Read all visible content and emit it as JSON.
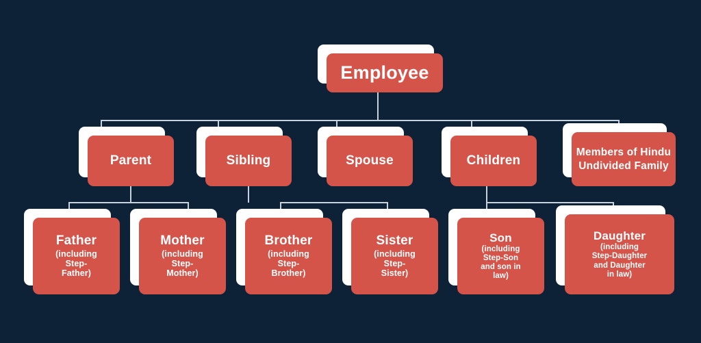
{
  "theme": {
    "background": "#0d2137",
    "card_fill": "#d4544a",
    "card_shadow": "#ffffff",
    "connector": "#c8d2dc",
    "text": "#ffffff"
  },
  "diagram": {
    "type": "organization-tree",
    "root": {
      "label": "Employee"
    },
    "level2": [
      {
        "id": "parent",
        "label": "Parent"
      },
      {
        "id": "sibling",
        "label": "Sibling"
      },
      {
        "id": "spouse",
        "label": "Spouse"
      },
      {
        "id": "children",
        "label": "Children"
      },
      {
        "id": "huf",
        "label": "Members of Hindu Undivided Family"
      }
    ],
    "level3": [
      {
        "id": "father",
        "parent": "parent",
        "label": "Father",
        "sub": "(including\nStep-\nFather)"
      },
      {
        "id": "mother",
        "parent": "parent",
        "label": "Mother",
        "sub": "(including\nStep-\nMother)"
      },
      {
        "id": "brother",
        "parent": "sibling",
        "label": "Brother",
        "sub": "(including\nStep-\nBrother)"
      },
      {
        "id": "sister",
        "parent": "sibling",
        "label": "Sister",
        "sub": "(including\nStep-\nSister)"
      },
      {
        "id": "son",
        "parent": "children",
        "label": "Son",
        "sub": "(including\nStep-Son\nand son in\nlaw)"
      },
      {
        "id": "daughter",
        "parent": "children",
        "label": "Daughter",
        "sub": "(including\nStep-Daughter\nand Daughter\nin law)"
      }
    ]
  }
}
